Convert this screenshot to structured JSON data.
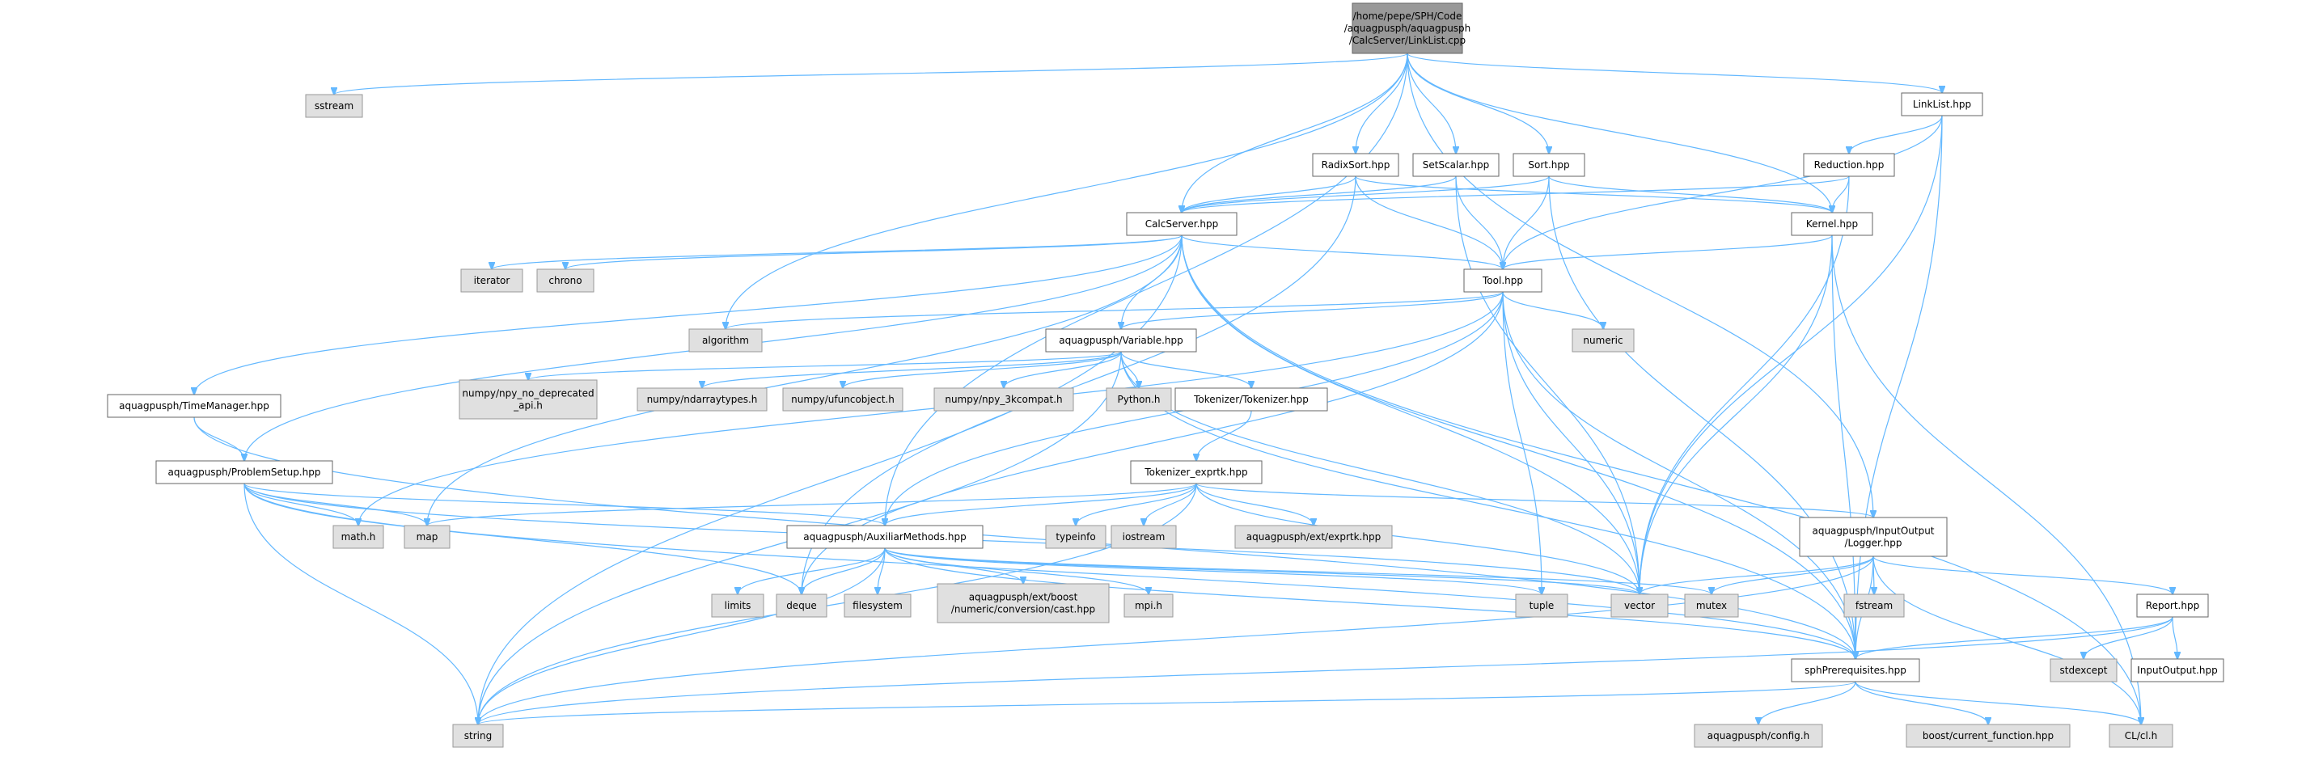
{
  "colors": {
    "root_fill": "#999999",
    "root_border": "#666666",
    "file_fill": "#ffffff",
    "file_border": "#666666",
    "system_fill": "#e0e0e0",
    "system_border": "#999999",
    "edge": "#63b8ff",
    "text": "#000000"
  },
  "nodes": [
    {
      "id": "root",
      "kind": "root",
      "lines": [
        "/home/pepe/SPH/Code",
        "/aquagpusph/aquagpusph",
        "/CalcServer/LinkList.cpp"
      ]
    },
    {
      "id": "sstream",
      "kind": "system",
      "lines": [
        "sstream"
      ]
    },
    {
      "id": "linklist",
      "kind": "file",
      "lines": [
        "LinkList.hpp"
      ]
    },
    {
      "id": "radixsort",
      "kind": "file",
      "lines": [
        "RadixSort.hpp"
      ]
    },
    {
      "id": "setscalar",
      "kind": "file",
      "lines": [
        "SetScalar.hpp"
      ]
    },
    {
      "id": "sort",
      "kind": "file",
      "lines": [
        "Sort.hpp"
      ]
    },
    {
      "id": "reduction",
      "kind": "file",
      "lines": [
        "Reduction.hpp"
      ]
    },
    {
      "id": "calcserver",
      "kind": "file",
      "lines": [
        "CalcServer.hpp"
      ]
    },
    {
      "id": "kernel",
      "kind": "file",
      "lines": [
        "Kernel.hpp"
      ]
    },
    {
      "id": "iterator",
      "kind": "system",
      "lines": [
        "iterator"
      ]
    },
    {
      "id": "chrono",
      "kind": "system",
      "lines": [
        "chrono"
      ]
    },
    {
      "id": "tool",
      "kind": "file",
      "lines": [
        "Tool.hpp"
      ]
    },
    {
      "id": "algorithm",
      "kind": "system",
      "lines": [
        "algorithm"
      ]
    },
    {
      "id": "numeric",
      "kind": "system",
      "lines": [
        "numeric"
      ]
    },
    {
      "id": "variable",
      "kind": "file",
      "lines": [
        "aquagpusph/Variable.hpp"
      ]
    },
    {
      "id": "timemanager",
      "kind": "file",
      "lines": [
        "aquagpusph/TimeManager.hpp"
      ]
    },
    {
      "id": "npy_nodep",
      "kind": "system",
      "lines": [
        "numpy/npy_no_deprecated",
        "_api.h"
      ]
    },
    {
      "id": "ndarraytypes",
      "kind": "system",
      "lines": [
        "numpy/ndarraytypes.h"
      ]
    },
    {
      "id": "ufuncobject",
      "kind": "system",
      "lines": [
        "numpy/ufuncobject.h"
      ]
    },
    {
      "id": "npy3k",
      "kind": "system",
      "lines": [
        "numpy/npy_3kcompat.h"
      ]
    },
    {
      "id": "python",
      "kind": "system",
      "lines": [
        "Python.h"
      ]
    },
    {
      "id": "tokenizer",
      "kind": "file",
      "lines": [
        "Tokenizer/Tokenizer.hpp"
      ]
    },
    {
      "id": "problemsetup",
      "kind": "file",
      "lines": [
        "aquagpusph/ProblemSetup.hpp"
      ]
    },
    {
      "id": "tokexprtk",
      "kind": "file",
      "lines": [
        "Tokenizer_exprtk.hpp"
      ]
    },
    {
      "id": "mathh",
      "kind": "system",
      "lines": [
        "math.h"
      ]
    },
    {
      "id": "map",
      "kind": "system",
      "lines": [
        "map"
      ]
    },
    {
      "id": "auxiliar",
      "kind": "file",
      "lines": [
        "aquagpusph/AuxiliarMethods.hpp"
      ]
    },
    {
      "id": "typeinfo",
      "kind": "system",
      "lines": [
        "typeinfo"
      ]
    },
    {
      "id": "iostream",
      "kind": "system",
      "lines": [
        "iostream"
      ]
    },
    {
      "id": "exprtk",
      "kind": "system",
      "lines": [
        "aquagpusph/ext/exprtk.hpp"
      ]
    },
    {
      "id": "logger",
      "kind": "file",
      "lines": [
        "aquagpusph/InputOutput",
        "/Logger.hpp"
      ]
    },
    {
      "id": "limits",
      "kind": "system",
      "lines": [
        "limits"
      ]
    },
    {
      "id": "deque",
      "kind": "system",
      "lines": [
        "deque"
      ]
    },
    {
      "id": "filesystem",
      "kind": "system",
      "lines": [
        "filesystem"
      ]
    },
    {
      "id": "boostcast",
      "kind": "system",
      "lines": [
        "aquagpusph/ext/boost",
        "/numeric/conversion/cast.hpp"
      ]
    },
    {
      "id": "mpih",
      "kind": "system",
      "lines": [
        "mpi.h"
      ]
    },
    {
      "id": "tuple",
      "kind": "system",
      "lines": [
        "tuple"
      ]
    },
    {
      "id": "vector",
      "kind": "system",
      "lines": [
        "vector"
      ]
    },
    {
      "id": "mutex",
      "kind": "system",
      "lines": [
        "mutex"
      ]
    },
    {
      "id": "fstream",
      "kind": "system",
      "lines": [
        "fstream"
      ]
    },
    {
      "id": "report",
      "kind": "file",
      "lines": [
        "Report.hpp"
      ]
    },
    {
      "id": "stdexcept",
      "kind": "system",
      "lines": [
        "stdexcept"
      ]
    },
    {
      "id": "inputoutput",
      "kind": "file",
      "lines": [
        "InputOutput.hpp"
      ]
    },
    {
      "id": "sphprereq",
      "kind": "file",
      "lines": [
        "sphPrerequisites.hpp"
      ]
    },
    {
      "id": "string",
      "kind": "system",
      "lines": [
        "string"
      ]
    },
    {
      "id": "config",
      "kind": "system",
      "lines": [
        "aquagpusph/config.h"
      ]
    },
    {
      "id": "boostcf",
      "kind": "system",
      "lines": [
        "boost/current_function.hpp"
      ]
    },
    {
      "id": "clh",
      "kind": "system",
      "lines": [
        "CL/cl.h"
      ]
    }
  ],
  "edges": [
    [
      "root",
      "sstream"
    ],
    [
      "root",
      "linklist"
    ],
    [
      "root",
      "radixsort"
    ],
    [
      "root",
      "setscalar"
    ],
    [
      "root",
      "sort"
    ],
    [
      "root",
      "calcserver"
    ],
    [
      "root",
      "kernel"
    ],
    [
      "root",
      "algorithm"
    ],
    [
      "root",
      "auxiliar"
    ],
    [
      "root",
      "logger"
    ],
    [
      "linklist",
      "reduction"
    ],
    [
      "linklist",
      "tool"
    ],
    [
      "linklist",
      "vector"
    ],
    [
      "linklist",
      "sphprereq"
    ],
    [
      "reduction",
      "calcserver"
    ],
    [
      "reduction",
      "kernel"
    ],
    [
      "reduction",
      "vector"
    ],
    [
      "radixsort",
      "calcserver"
    ],
    [
      "radixsort",
      "kernel"
    ],
    [
      "radixsort",
      "tool"
    ],
    [
      "radixsort",
      "deque"
    ],
    [
      "setscalar",
      "calcserver"
    ],
    [
      "setscalar",
      "tool"
    ],
    [
      "setscalar",
      "vector"
    ],
    [
      "sort",
      "calcserver"
    ],
    [
      "sort",
      "kernel"
    ],
    [
      "sort",
      "tool"
    ],
    [
      "sort",
      "sphprereq"
    ],
    [
      "kernel",
      "tool"
    ],
    [
      "kernel",
      "vector"
    ],
    [
      "kernel",
      "sphprereq"
    ],
    [
      "kernel",
      "clh"
    ],
    [
      "calcserver",
      "iterator"
    ],
    [
      "calcserver",
      "chrono"
    ],
    [
      "calcserver",
      "tool"
    ],
    [
      "calcserver",
      "variable"
    ],
    [
      "calcserver",
      "timemanager"
    ],
    [
      "calcserver",
      "problemsetup"
    ],
    [
      "calcserver",
      "map"
    ],
    [
      "calcserver",
      "vector"
    ],
    [
      "calcserver",
      "sphprereq"
    ],
    [
      "calcserver",
      "string"
    ],
    [
      "calcserver",
      "clh"
    ],
    [
      "tool",
      "algorithm"
    ],
    [
      "tool",
      "numeric"
    ],
    [
      "tool",
      "variable"
    ],
    [
      "tool",
      "auxiliar"
    ],
    [
      "tool",
      "mathh"
    ],
    [
      "tool",
      "deque"
    ],
    [
      "tool",
      "tuple"
    ],
    [
      "tool",
      "vector"
    ],
    [
      "tool",
      "sphprereq"
    ],
    [
      "variable",
      "npy_nodep"
    ],
    [
      "variable",
      "ndarraytypes"
    ],
    [
      "variable",
      "ufuncobject"
    ],
    [
      "variable",
      "npy3k"
    ],
    [
      "variable",
      "python"
    ],
    [
      "variable",
      "tokenizer"
    ],
    [
      "variable",
      "vector"
    ],
    [
      "variable",
      "sphprereq"
    ],
    [
      "variable",
      "string"
    ],
    [
      "tokenizer",
      "tokexprtk"
    ],
    [
      "tokexprtk",
      "typeinfo"
    ],
    [
      "tokexprtk",
      "iostream"
    ],
    [
      "tokexprtk",
      "exprtk"
    ],
    [
      "tokexprtk",
      "map"
    ],
    [
      "tokexprtk",
      "auxiliar"
    ],
    [
      "tokexprtk",
      "logger"
    ],
    [
      "tokexprtk",
      "vector"
    ],
    [
      "tokexprtk",
      "string"
    ],
    [
      "timemanager",
      "problemsetup"
    ],
    [
      "timemanager",
      "sphprereq"
    ],
    [
      "problemsetup",
      "mathh"
    ],
    [
      "problemsetup",
      "map"
    ],
    [
      "problemsetup",
      "vector"
    ],
    [
      "problemsetup",
      "deque"
    ],
    [
      "problemsetup",
      "sphprereq"
    ],
    [
      "problemsetup",
      "string"
    ],
    [
      "problemsetup",
      "auxiliar"
    ],
    [
      "auxiliar",
      "limits"
    ],
    [
      "auxiliar",
      "deque"
    ],
    [
      "auxiliar",
      "filesystem"
    ],
    [
      "auxiliar",
      "boostcast"
    ],
    [
      "auxiliar",
      "mpih"
    ],
    [
      "auxiliar",
      "tuple"
    ],
    [
      "auxiliar",
      "vector"
    ],
    [
      "auxiliar",
      "mutex"
    ],
    [
      "auxiliar",
      "sphprereq"
    ],
    [
      "auxiliar",
      "string"
    ],
    [
      "logger",
      "vector"
    ],
    [
      "logger",
      "mutex"
    ],
    [
      "logger",
      "fstream"
    ],
    [
      "logger",
      "report"
    ],
    [
      "logger",
      "sphprereq"
    ],
    [
      "logger",
      "string"
    ],
    [
      "logger",
      "clh"
    ],
    [
      "report",
      "stdexcept"
    ],
    [
      "report",
      "inputoutput"
    ],
    [
      "report",
      "sphprereq"
    ],
    [
      "report",
      "string"
    ],
    [
      "sphprereq",
      "config"
    ],
    [
      "sphprereq",
      "boostcf"
    ],
    [
      "sphprereq",
      "string"
    ],
    [
      "sphprereq",
      "clh"
    ]
  ]
}
